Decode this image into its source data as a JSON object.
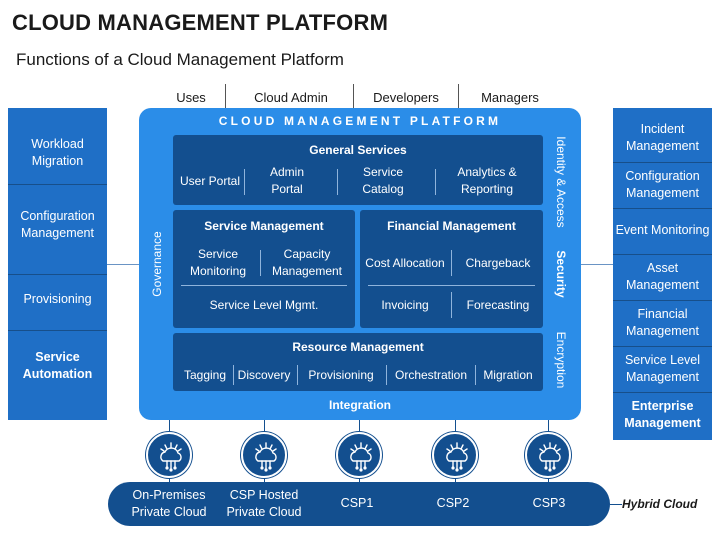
{
  "title": "CLOUD MANAGEMENT PLATFORM",
  "subtitle": "Functions of a Cloud Management Platform",
  "users": [
    "Uses",
    "Cloud Admin",
    "Developers",
    "Managers"
  ],
  "left_items": [
    "Workload Migration",
    "Configuration Management",
    "Provisioning",
    "Service Automation"
  ],
  "right_items": [
    "Incident Management",
    "Configuration Management",
    "Event Monitoring",
    "Asset Management",
    "Financial Management",
    "Service Level Management",
    "Enterprise Management"
  ],
  "platform": {
    "title": "CLOUD MANAGEMENT PLATFORM",
    "left_label": "Governance",
    "right_labels": [
      "Identity & Access",
      "Security",
      "Encryption"
    ],
    "integration": "Integration",
    "general_services": {
      "title": "General Services",
      "items": [
        "User Portal",
        "Admin Portal",
        "Service Catalog",
        "Analytics & Reporting"
      ]
    },
    "service_management": {
      "title": "Service Management",
      "items": [
        "Service Monitoring",
        "Capacity Management"
      ],
      "footer": "Service Level Mgmt."
    },
    "financial_management": {
      "title": "Financial Management",
      "items": [
        "Cost Allocation",
        "Chargeback",
        "Invoicing",
        "Forecasting"
      ]
    },
    "resource_management": {
      "title": "Resource Management",
      "items": [
        "Tagging",
        "Discovery",
        "Provisioning",
        "Orchestration",
        "Migration"
      ]
    }
  },
  "clouds": [
    "On-Premises Private Cloud",
    "CSP Hosted Private Cloud",
    "CSP1",
    "CSP2",
    "CSP3"
  ],
  "hybrid_label": "Hybrid Cloud",
  "colors": {
    "main_blue": "#2b8de8",
    "dark_blue": "#134f8f",
    "side_blue": "#1f6fc6"
  },
  "icons": [
    "cloud-network-icon"
  ]
}
